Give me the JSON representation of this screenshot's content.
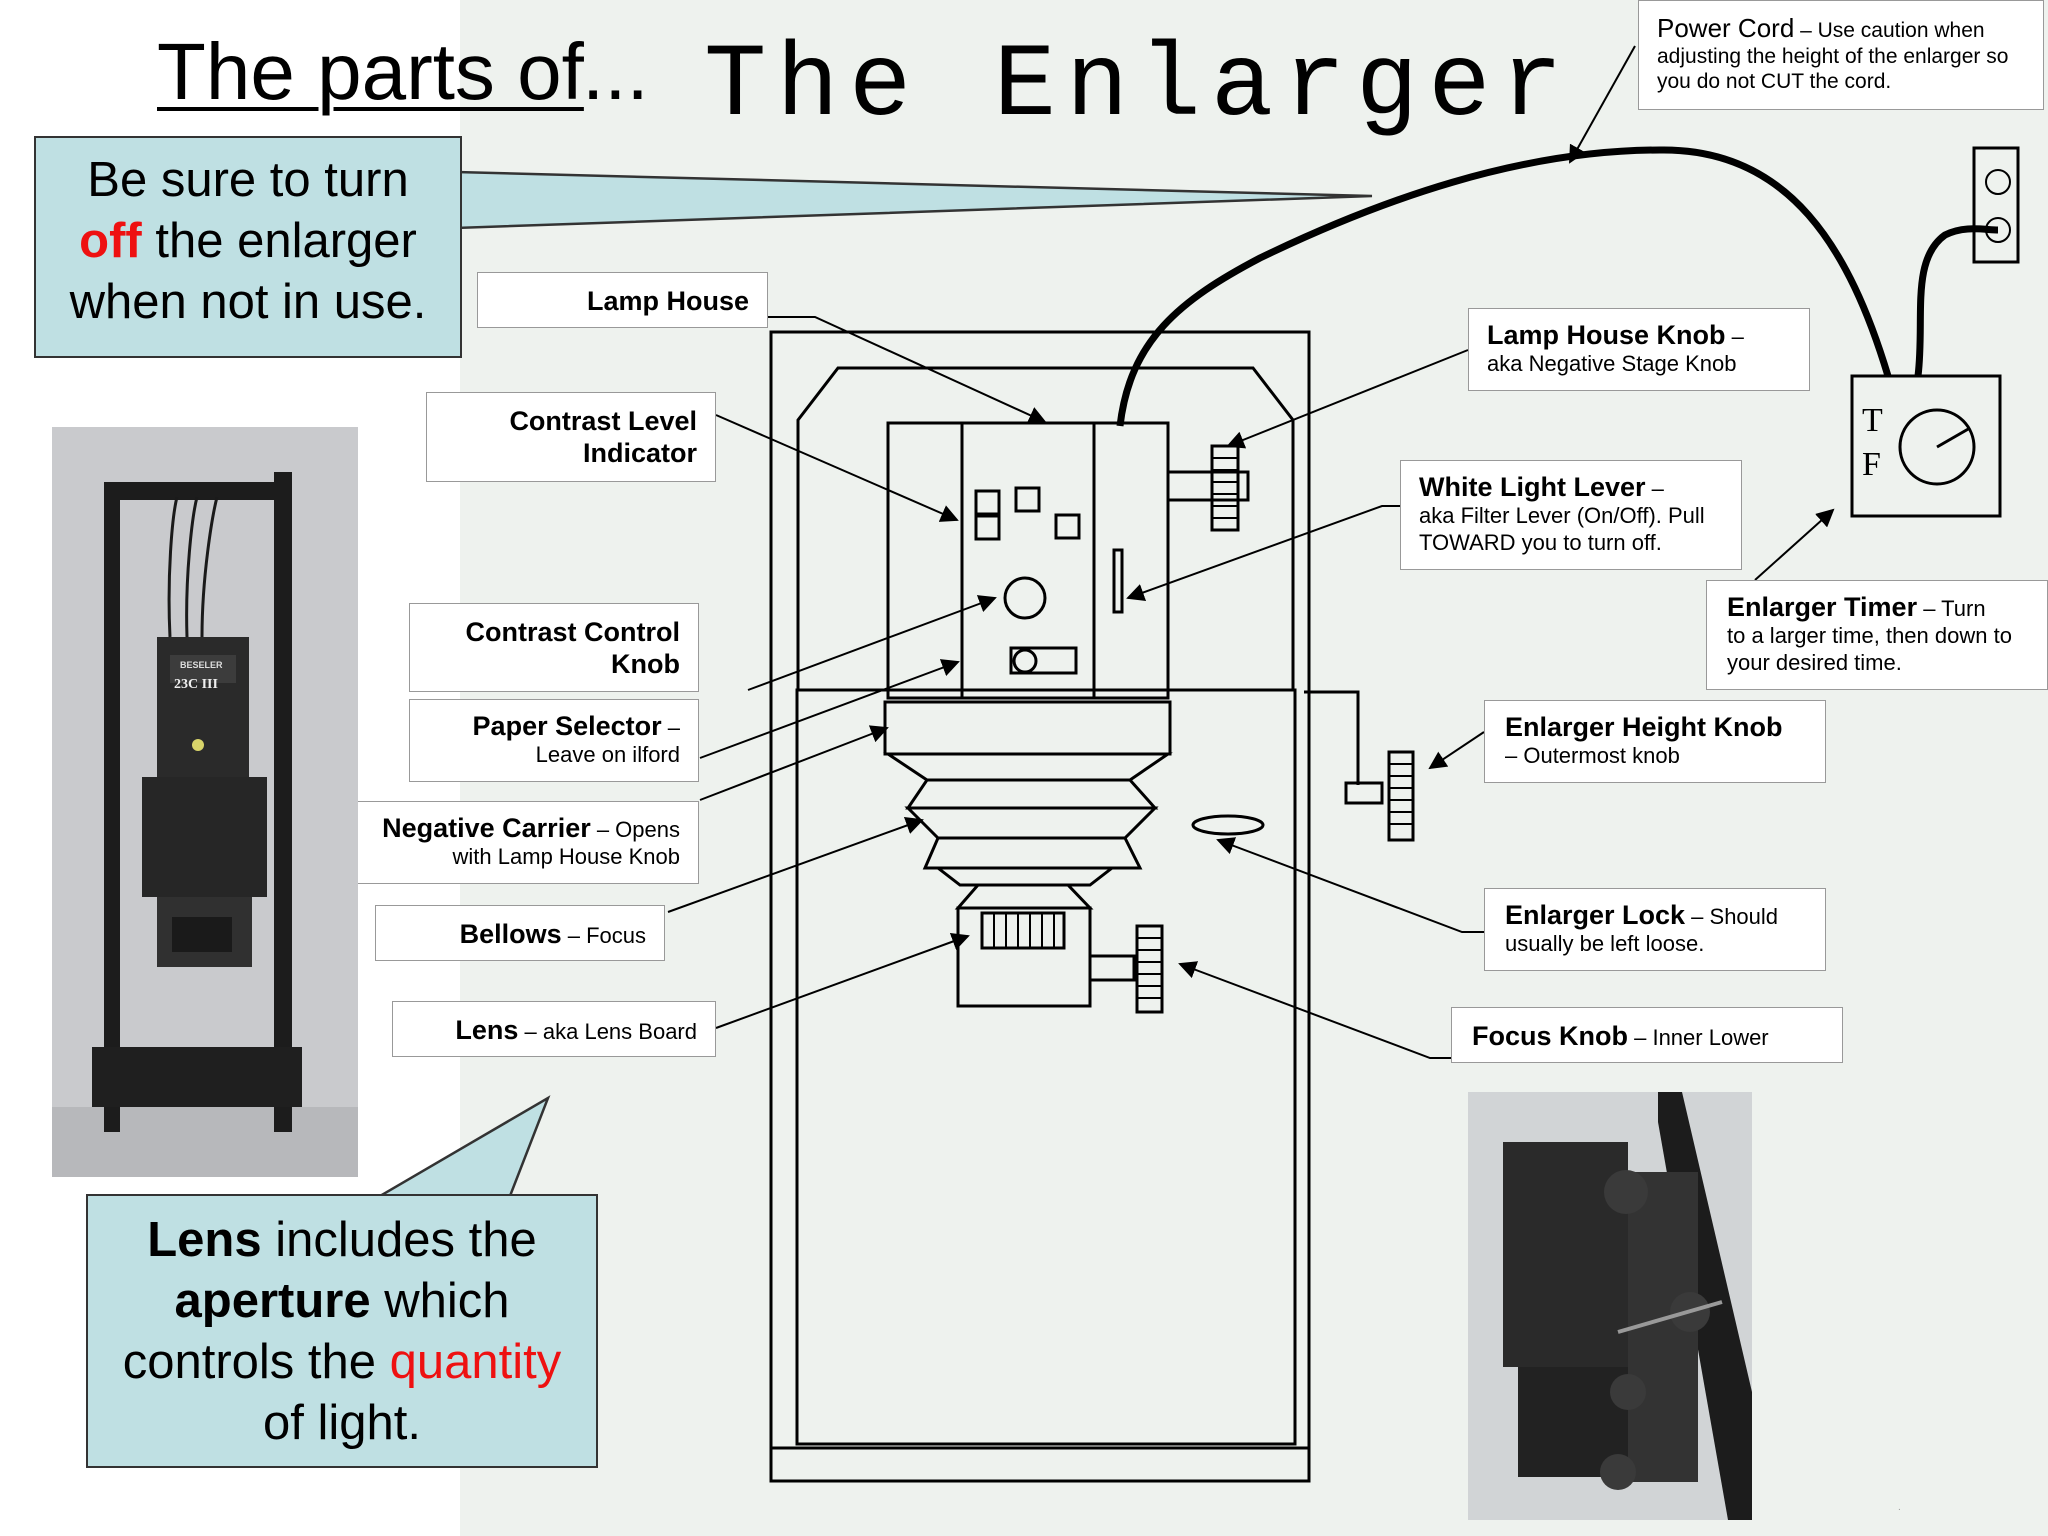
{
  "title": {
    "underlined": "The parts of",
    "ellipsis": "...",
    "main": "The Enlarger"
  },
  "reminder": {
    "line1": "Be sure to turn",
    "off": "off",
    "line2": " the enlarger",
    "line3": "when not in use."
  },
  "lens_note": {
    "lens": "Lens",
    "t1": " includes the",
    "aperture": "aperture",
    "t2": " which",
    "t3": "controls the ",
    "quantity": "quantity",
    "t4": "of light."
  },
  "labels": {
    "power_cord": {
      "name": "Power Cord",
      "desc": " – Use caution when adjusting the height of the enlarger so you do not CUT the cord."
    },
    "lamp_house": {
      "name": "Lamp House"
    },
    "contrast_indicator": {
      "name": "Contrast Level Indicator"
    },
    "contrast_knob": {
      "name": "Contrast Control Knob"
    },
    "paper_selector": {
      "name": "Paper Selector",
      "desc1": " –",
      "desc2": "Leave on ilford"
    },
    "negative_carrier": {
      "name": "Negative Carrier",
      "desc1": " – Opens",
      "desc2": "with Lamp House Knob"
    },
    "bellows": {
      "name": "Bellows",
      "desc": " – Focus"
    },
    "lens": {
      "name": "Lens",
      "desc": " – aka Lens Board"
    },
    "lamp_house_knob": {
      "name": "Lamp House Knob",
      "desc1": " –",
      "desc2": "aka Negative Stage Knob"
    },
    "white_light_lever": {
      "name": "White Light Lever",
      "desc1": " –",
      "desc2": "aka Filter Lever (On/Off). Pull TOWARD you to turn off."
    },
    "enlarger_timer": {
      "name": "Enlarger Timer",
      "desc1": " –  Turn",
      "desc2": "to a larger time, then down to your desired time."
    },
    "height_knob": {
      "name": "Enlarger Height Knob",
      "desc": "– Outermost knob"
    },
    "enlarger_lock": {
      "name": "Enlarger Lock",
      "desc1": " – Should",
      "desc2": "usually be left loose."
    },
    "focus_knob": {
      "name": "Focus Knob",
      "desc": " – Inner Lower"
    }
  },
  "timer_face": {
    "t": "T",
    "f": "F"
  },
  "photo_text": {
    "brand": "BESELER",
    "model": "23C III"
  },
  "colors": {
    "callout": "#bfe0e3",
    "emphasis": "#ee1111",
    "paper": "#eef2ee"
  }
}
